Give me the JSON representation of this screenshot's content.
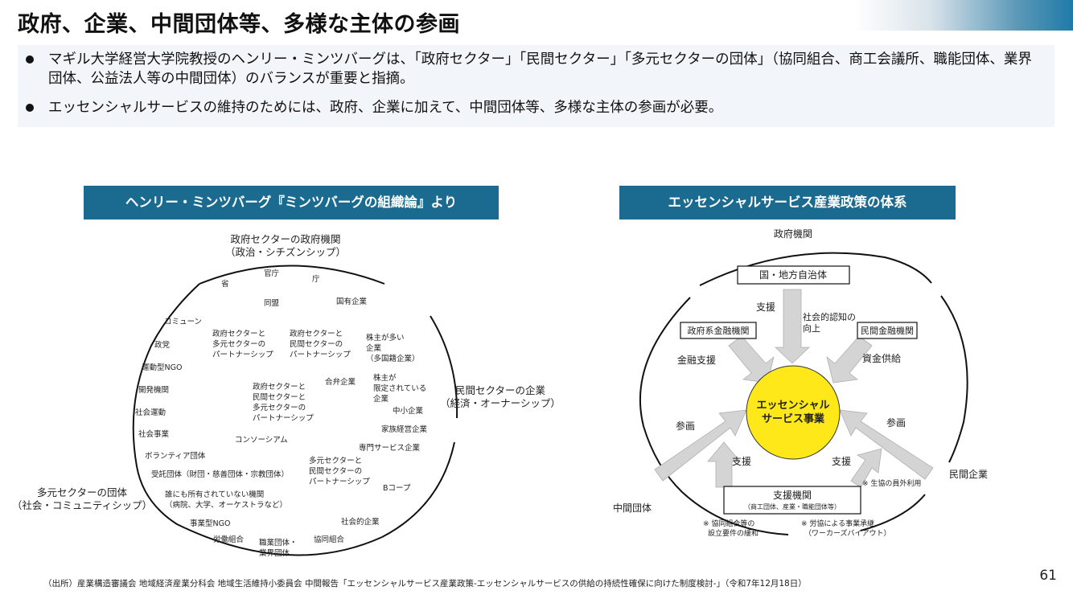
{
  "title": "政府、企業、中間団体等、多様な主体の参画",
  "bullets": [
    "マギル大学経営大学院教授のヘンリー・ミンツバーグは、「政府セクター」「民間セクター」「多元セクターの団体」（協同組合、商工会議所、職能団体、業界団体、公益法人等の中間団体）のバランスが重要と指摘。",
    "エッセンシャルサービスの維持のためには、政府、企業に加えて、中間団体等、多様な主体の参画が必要。"
  ],
  "left": {
    "header": "ヘンリー・ミンツバーグ『ミンツバーグの組織論』より",
    "gov_title_1": "政府セクターの政府機関",
    "gov_title_2": "（政治・シチズンシップ）",
    "biz_title_1": "民間セクターの企業",
    "biz_title_2": "（経済・オーナーシップ）",
    "plural_title_1": "多元セクターの団体",
    "plural_title_2": "（社会・コミュニティシップ）",
    "items": {
      "kancho": "官庁",
      "sho": "省",
      "cho": "庁",
      "domei": "同盟",
      "kokuyu": "国有企業",
      "community": "コミューン",
      "seito": "政党",
      "undo_ngo": "運動型NGO",
      "kaihatsu": "開発機関",
      "shakai_undo": "社会運動",
      "shakai_jigyo": "社会事業",
      "volunteer": "ボランティア団体",
      "jutaku": "受託団体（財団・慈善団体・宗教団体）",
      "dare_1": "誰にも所有されていない機関",
      "dare_2": "（病院、大学、オーケストラなど）",
      "jigyo_ngo": "事業型NGO",
      "rodo": "労働組合",
      "shokugyo_1": "職業団体・",
      "shokugyo_2": "業界団体",
      "kyodo": "協同組合",
      "shakaiteki": "社会的企業",
      "bcorp": "Bコープ",
      "senmon": "専門サービス企業",
      "kazoku": "家族経営企業",
      "chusho": "中小企業",
      "gouben": "合弁企業",
      "consortium": "コンソーシアム",
      "kabu_ooi_1": "株主が多い",
      "kabu_ooi_2": "企業",
      "kabu_ooi_3": "（多国籍企業）",
      "kabu_gen_1": "株主が",
      "kabu_gen_2": "限定されている",
      "kabu_gen_3": "企業",
      "p1_1": "政府セクターと",
      "p1_2": "多元セクターの",
      "p1_3": "パートナーシップ",
      "p2_1": "政府セクターと",
      "p2_2": "民間セクターの",
      "p2_3": "パートナーシップ",
      "p3_1": "政府セクターと",
      "p3_2": "民間セクターと",
      "p3_3": "多元セクターの",
      "p3_4": "パートナーシップ",
      "p4_1": "多元セクターと",
      "p4_2": "民間セクターの",
      "p4_3": "パートナーシップ"
    }
  },
  "right": {
    "header": "エッセンシャルサービス産業政策の体系",
    "gov_label": "政府機関",
    "kuni": "国・地方自治体",
    "shien_top": "支援",
    "ninchi_1": "社会的認知の",
    "ninchi_2": "向上",
    "seifu_kinyu": "政府系金融機関",
    "minkan_kinyu": "民間金融機関",
    "kinyu_shien": "金融支援",
    "shikin": "資金供給",
    "center_1": "エッセンシャル",
    "center_2": "サービス事業",
    "sankaku_l": "参画",
    "sankaku_r": "参画",
    "shien_l": "支援",
    "shien_r": "支援",
    "kenkyo_note": "※ 生協の員外利用",
    "minkan_kigyo": "民間企業",
    "chukan": "中間団体",
    "shien_kikan": "支援機関",
    "shien_kikan_sub": "（商工団体、産業・職能団体等）",
    "note_l_1": "※ 協同組合等の",
    "note_l_2": "設立要件の緩和",
    "note_r_1": "※ 労協による事業承継",
    "note_r_2": "（ワーカーズバイアウト）",
    "center_color": "#ffe81a",
    "arrow_color": "#d4d4d4"
  },
  "source": "（出所）産業構造審議会 地域経済産業分科会 地域生活維持小委員会 中間報告「エッセンシャルサービス産業政策-エッセンシャルサービスの供給の持続性確保に向けた制度検討-」（令和7年12月18日）",
  "page_number": "61"
}
